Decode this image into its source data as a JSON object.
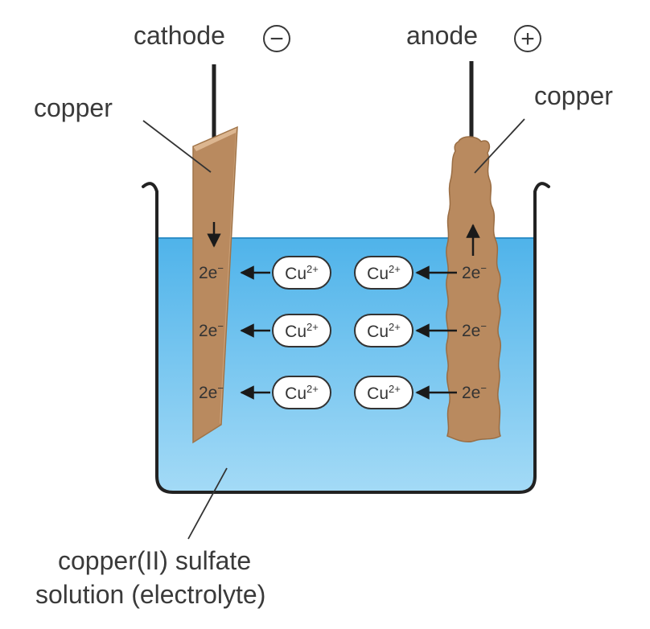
{
  "labels": {
    "cathode": "cathode",
    "cathode_sign": "−",
    "anode": "anode",
    "anode_sign": "+",
    "cathode_material": "copper",
    "anode_material": "copper",
    "solution_line1": "copper(II) sulfate",
    "solution_line2": "solution (electrolyte)"
  },
  "ion": {
    "base": "Cu",
    "charge": "2+"
  },
  "electron": {
    "base": "2e",
    "charge": "−"
  },
  "colors": {
    "solution_top": "#4fb3ea",
    "solution_bottom": "#9dd6f5",
    "copper": "#b98a5f",
    "copper_edge": "#d9b48c",
    "beaker": "#222222"
  }
}
